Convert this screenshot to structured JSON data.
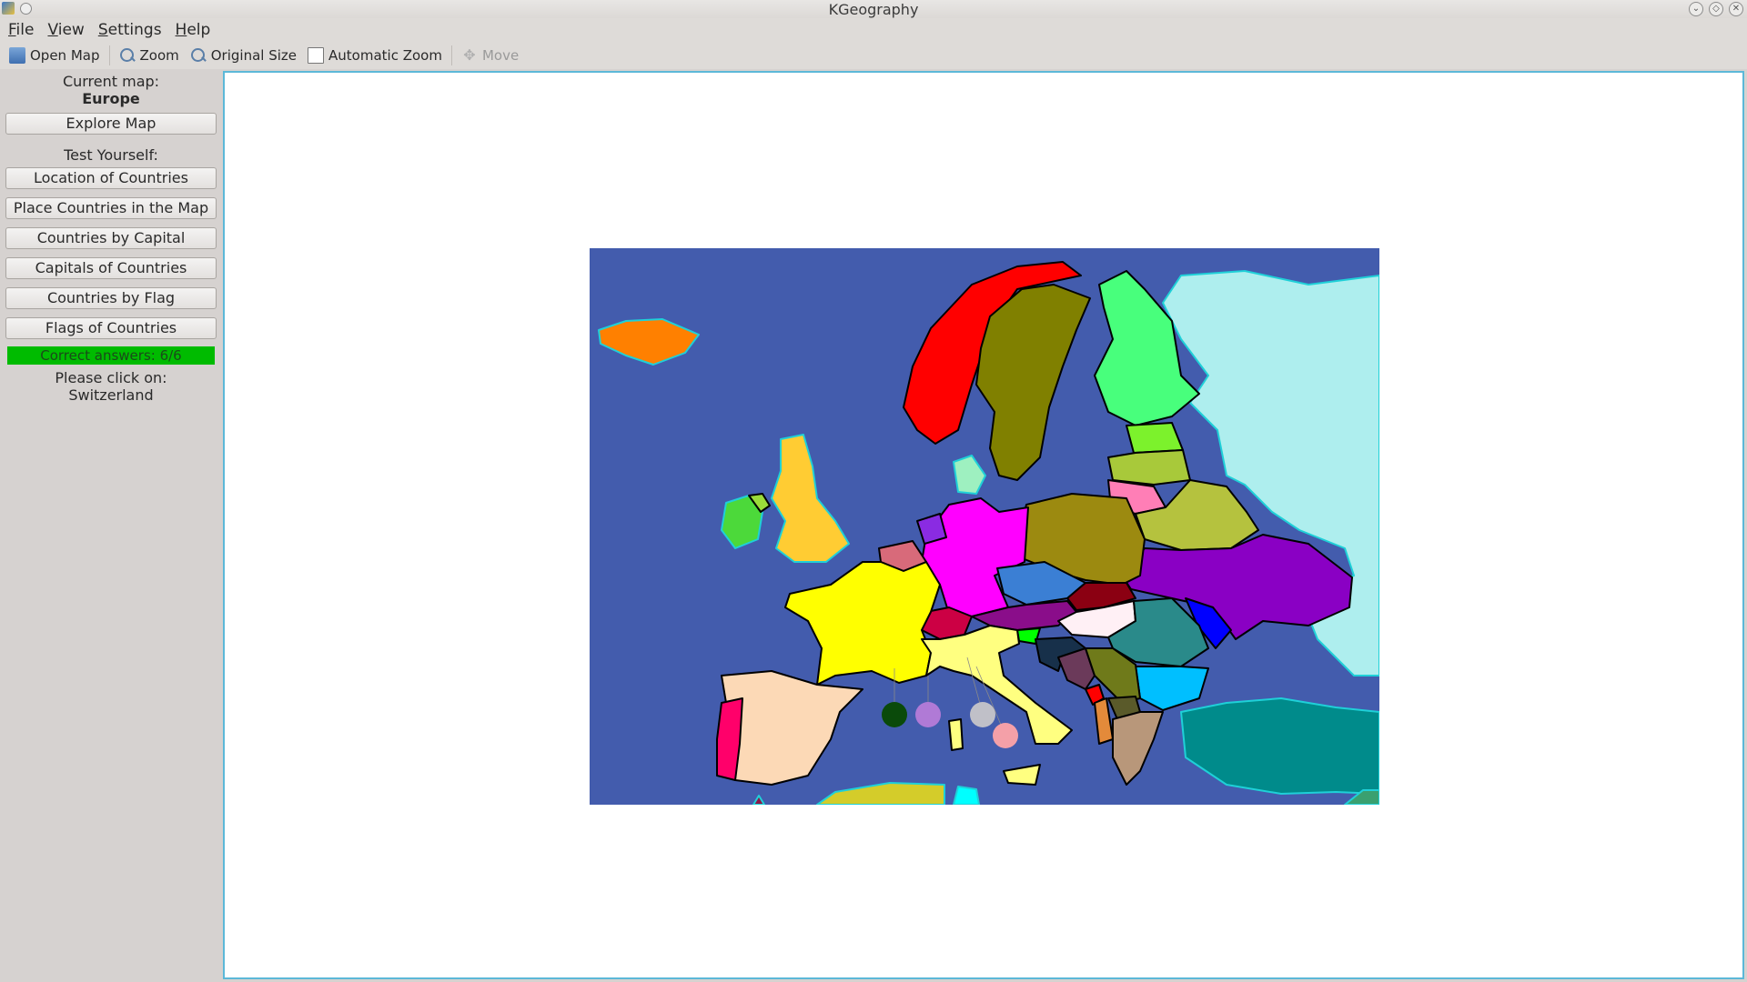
{
  "window": {
    "title": "KGeography"
  },
  "menubar": {
    "items": [
      {
        "name": "menu-file",
        "label": "File"
      },
      {
        "name": "menu-view",
        "label": "View"
      },
      {
        "name": "menu-settings",
        "label": "Settings"
      },
      {
        "name": "menu-help",
        "label": "Help"
      }
    ]
  },
  "toolbar": {
    "open_map": "Open Map",
    "zoom": "Zoom",
    "original_size": "Original Size",
    "automatic_zoom": "Automatic Zoom",
    "move": "Move"
  },
  "sidebar": {
    "current_map_label": "Current map:",
    "current_map_value": "Europe",
    "explore_button": "Explore Map",
    "test_label": "Test Yourself:",
    "tests": [
      "Location of Countries",
      "Place Countries in the Map",
      "Countries by Capital",
      "Capitals of Countries",
      "Countries by Flag",
      "Flags of Countries"
    ],
    "score": "Correct answers: 6/6",
    "prompt_label": "Please click on:",
    "prompt_value": "Switzerland"
  },
  "colors": {
    "sea": "#435cad",
    "coast": "#1fd0d8",
    "score_bg": "#00bb00"
  }
}
